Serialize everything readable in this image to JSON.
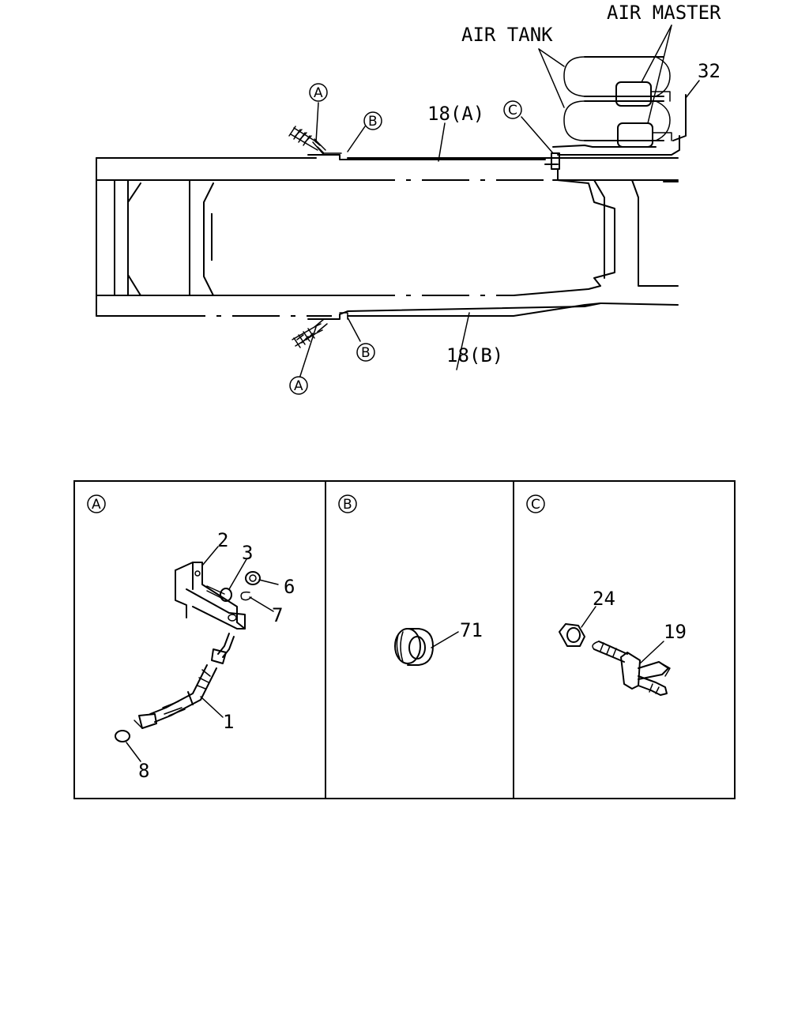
{
  "callouts": {
    "air_master": "AIR MASTER",
    "air_tank": "AIR TANK",
    "p32": "32",
    "p18a": "18(A)",
    "p18b": "18(B)",
    "p1": "1",
    "p2": "2",
    "p3": "3",
    "p6": "6",
    "p7": "7",
    "p8": "8",
    "p71": "71",
    "p24": "24",
    "p19": "19"
  },
  "markers": {
    "a": "A",
    "b": "B",
    "c": "C"
  },
  "panels": [
    {
      "marker": "A"
    },
    {
      "marker": "B"
    },
    {
      "marker": "C"
    }
  ]
}
